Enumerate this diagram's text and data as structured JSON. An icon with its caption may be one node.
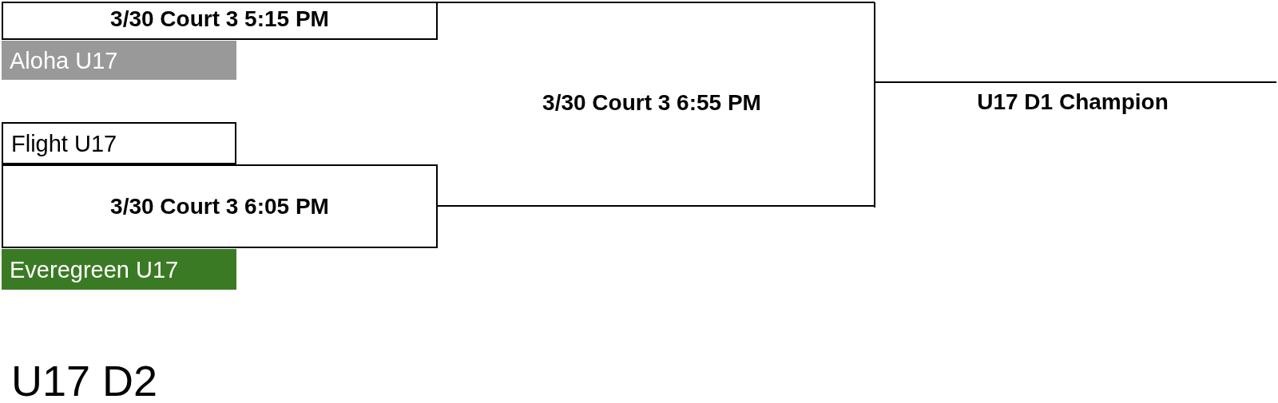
{
  "diagram": {
    "nodes": [
      {
        "text": [
          "3/30 Court 3 5:15 PM"
        ]
      },
      {
        "text": [
          "Aloha U17"
        ]
      },
      {
        "text": [
          "Flight U17"
        ]
      },
      {
        "text": [
          "3/30 Court 3 6:05 PM"
        ]
      },
      {
        "text": [
          "Everegreen U17"
        ]
      },
      {
        "text": [
          "3/30 Court 3 6:55 PM"
        ]
      },
      {
        "text": [
          "U17 D1 Champion"
        ]
      }
    ],
    "edges": [
      {
        "from": 0,
        "to": 5,
        "arrow": "none"
      },
      {
        "from": 3,
        "to": 5,
        "arrow": "none"
      },
      {
        "from": 5,
        "to": 6,
        "arrow": "none"
      }
    ],
    "labels": [
      "U17 D2"
    ]
  }
}
